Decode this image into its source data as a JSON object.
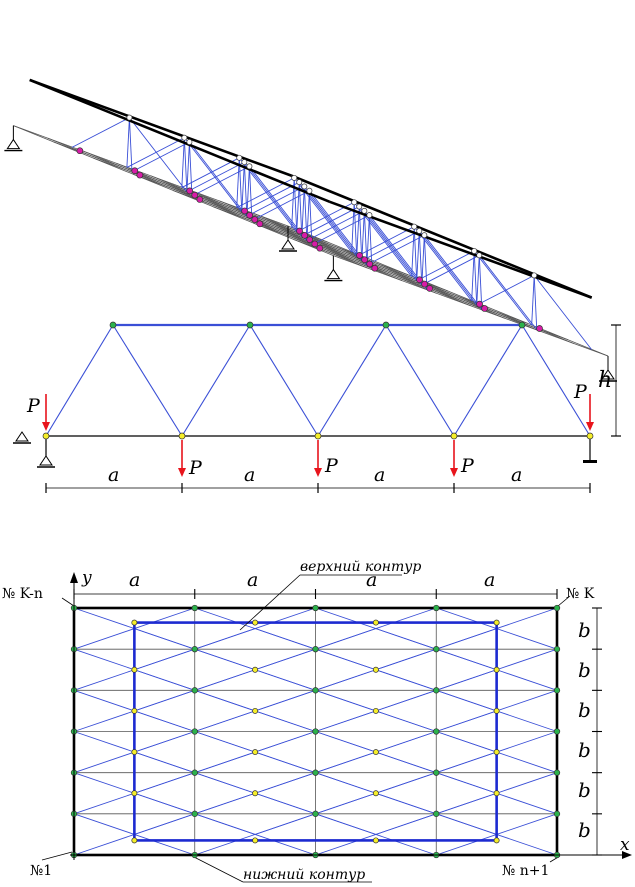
{
  "colors": {
    "member": "#3a4fd6",
    "chord": "#000000",
    "grid": "#555555",
    "load": "#e8141c",
    "node_top_3d": "#ffffff",
    "node_bottom_3d": "#d81ca8",
    "node_green": "#2bb24c",
    "node_yellow": "#f5ee2a",
    "contour_upper": "#1c2ad0"
  },
  "elevation": {
    "load_label": "P",
    "span_label": "a",
    "height_label": "h"
  },
  "plan": {
    "axis_y": "y",
    "axis_x": "x",
    "span_label": "a",
    "side_label": "b",
    "upper_contour": "верхний контур",
    "lower_contour": "нижний контур",
    "corner_top_left": "№ K-n",
    "corner_top_right": "№ K",
    "corner_bottom_left": "№1",
    "corner_bottom_right": "№ n+1"
  }
}
